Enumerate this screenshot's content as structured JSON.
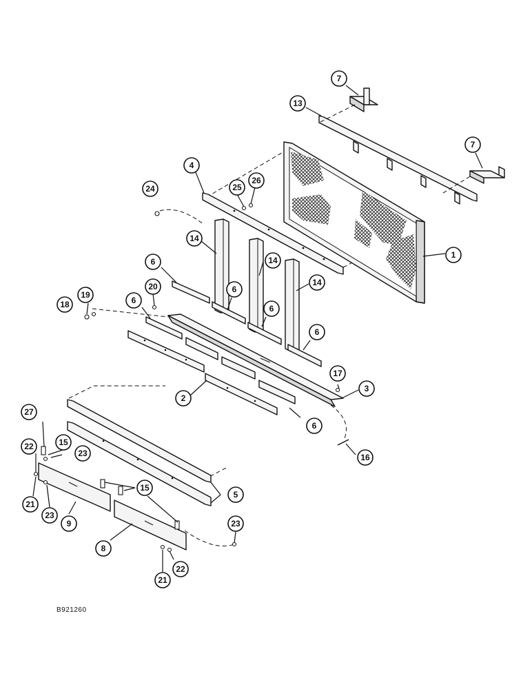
{
  "drawing_code": "B921260",
  "callouts": [
    {
      "id": "c7a",
      "label": "7"
    },
    {
      "id": "c13",
      "label": "13"
    },
    {
      "id": "c7b",
      "label": "7"
    },
    {
      "id": "c4",
      "label": "4"
    },
    {
      "id": "c24",
      "label": "24"
    },
    {
      "id": "c25",
      "label": "25"
    },
    {
      "id": "c26",
      "label": "26"
    },
    {
      "id": "c1",
      "label": "1"
    },
    {
      "id": "c14a",
      "label": "14"
    },
    {
      "id": "c14b",
      "label": "14"
    },
    {
      "id": "c14c",
      "label": "14"
    },
    {
      "id": "c6a",
      "label": "6"
    },
    {
      "id": "c20",
      "label": "20"
    },
    {
      "id": "c6b",
      "label": "6"
    },
    {
      "id": "c6c",
      "label": "6"
    },
    {
      "id": "c6d",
      "label": "6"
    },
    {
      "id": "c6e",
      "label": "6"
    },
    {
      "id": "c6f",
      "label": "6"
    },
    {
      "id": "c19",
      "label": "19"
    },
    {
      "id": "c18",
      "label": "18"
    },
    {
      "id": "c17",
      "label": "17"
    },
    {
      "id": "c3",
      "label": "3"
    },
    {
      "id": "c2",
      "label": "2"
    },
    {
      "id": "c27",
      "label": "27"
    },
    {
      "id": "c22a",
      "label": "22"
    },
    {
      "id": "c15a",
      "label": "15"
    },
    {
      "id": "c23a",
      "label": "23"
    },
    {
      "id": "c16",
      "label": "16"
    },
    {
      "id": "c21a",
      "label": "21"
    },
    {
      "id": "c23b",
      "label": "23"
    },
    {
      "id": "c15b",
      "label": "15"
    },
    {
      "id": "c5",
      "label": "5"
    },
    {
      "id": "c9",
      "label": "9"
    },
    {
      "id": "c23c",
      "label": "23"
    },
    {
      "id": "c8",
      "label": "8"
    },
    {
      "id": "c22b",
      "label": "22"
    },
    {
      "id": "c21b",
      "label": "21"
    }
  ]
}
